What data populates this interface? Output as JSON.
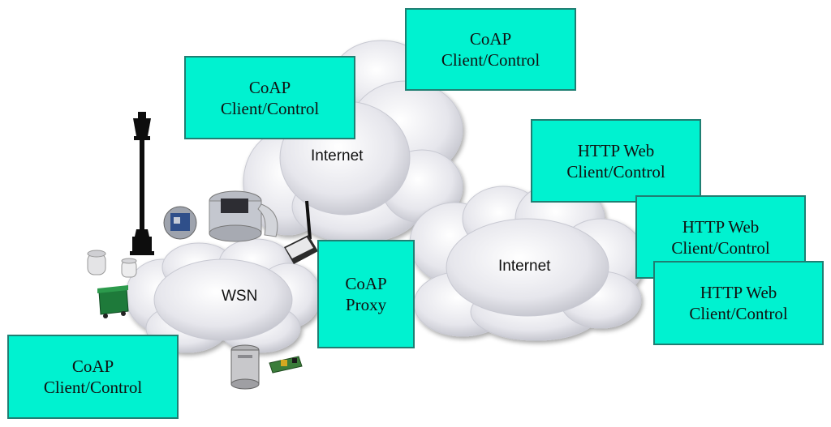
{
  "clouds": {
    "internet_top": "Internet",
    "internet_right": "Internet",
    "wsn": "WSN"
  },
  "boxes": {
    "coap_top_center": [
      "CoAP",
      "Client/Control"
    ],
    "coap_top_left": [
      "CoAP",
      "Client/Control"
    ],
    "coap_bottom_left": [
      "CoAP",
      "Client/Control"
    ],
    "coap_proxy": [
      "CoAP",
      "Proxy"
    ],
    "http_1": [
      "HTTP Web",
      "Client/Control"
    ],
    "http_2": [
      "HTTP Web",
      "Client/Control"
    ],
    "http_3": [
      "HTTP Web",
      "Client/Control"
    ]
  },
  "device_icons": [
    "street-lamp-icon",
    "sensor-board-icon",
    "sensor-enclosure-icon",
    "gateway-antenna-icon",
    "white-sensor-icon",
    "waste-container-icon",
    "cylindrical-sensor-icon",
    "radio-module-icon"
  ],
  "colors": {
    "box_fill": "#00F2D0",
    "box_border": "#1f7f73",
    "cloud_fill": "#e9e9ee"
  }
}
